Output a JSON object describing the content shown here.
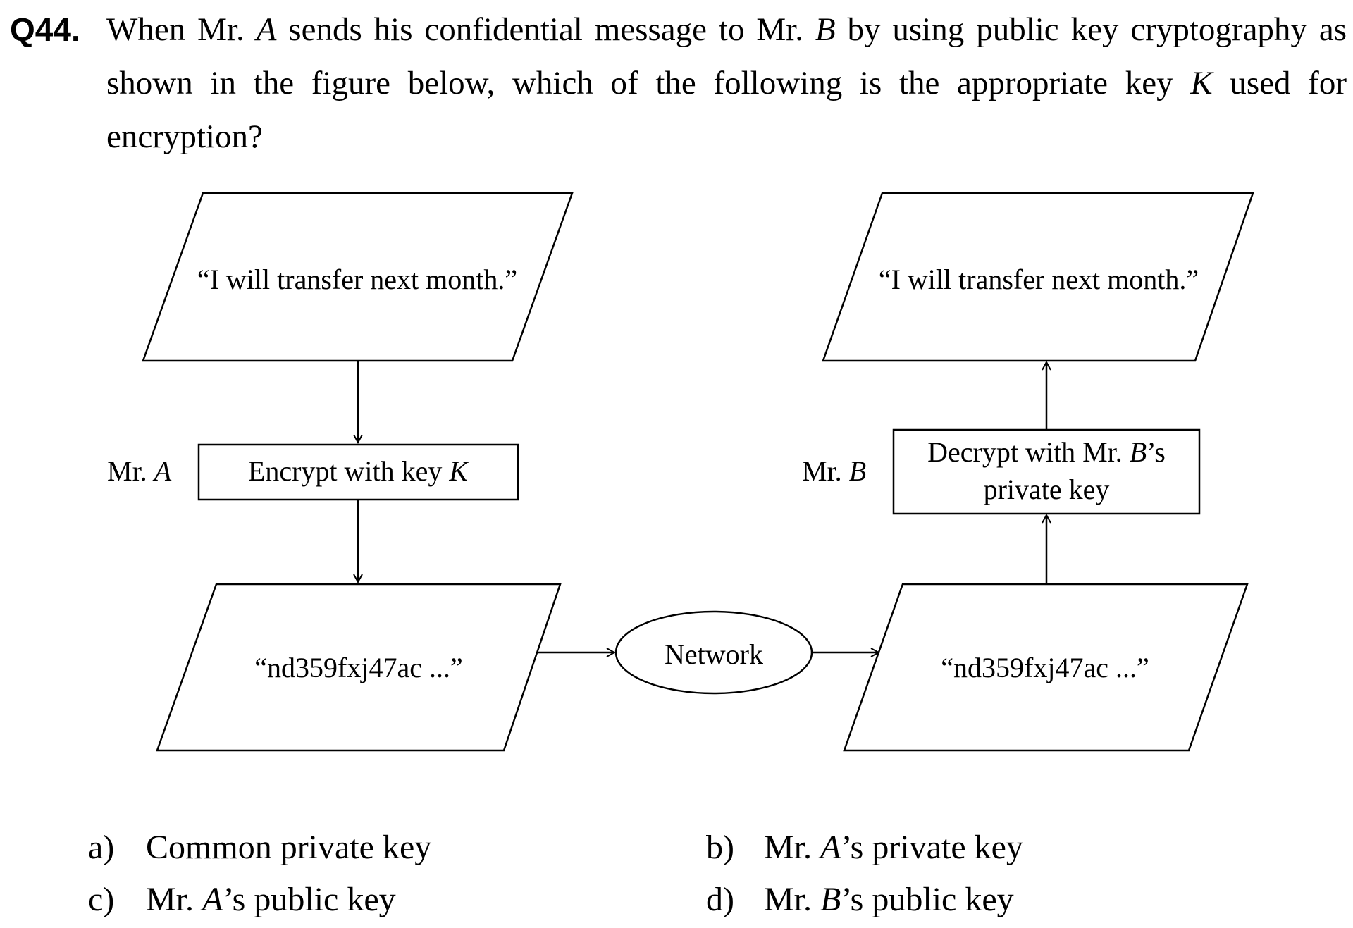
{
  "question": {
    "number": "Q44.",
    "text_parts": [
      "When Mr. ",
      "A",
      " sends his confidential message to Mr. ",
      "B",
      " by using public key cryptography as shown in the figure below, which of the following is the appropriate key ",
      "K",
      " used for encryption?"
    ]
  },
  "diagram": {
    "left": {
      "plaintext": "“I will transfer next month.”",
      "actor_prefix": "Mr. ",
      "actor_name": "A",
      "process_prefix": "Encrypt with key ",
      "process_key": "K",
      "ciphertext": "“nd359fxj47ac ...”"
    },
    "network": "Network",
    "right": {
      "plaintext": "“I will transfer next month.”",
      "actor_prefix": "Mr. ",
      "actor_name": "B",
      "process_line1_prefix": "Decrypt with Mr. ",
      "process_line1_name": "B",
      "process_line1_suffix": "’s",
      "process_line2": "private key",
      "ciphertext": "“nd359fxj47ac ...”"
    }
  },
  "options": [
    {
      "letter": "a)",
      "parts": [
        "Common private key"
      ]
    },
    {
      "letter": "b)",
      "parts": [
        "Mr. ",
        "A",
        "’s private key"
      ]
    },
    {
      "letter": "c)",
      "parts": [
        "Mr. ",
        "A",
        "’s public key"
      ]
    },
    {
      "letter": "d)",
      "parts": [
        "Mr. ",
        "B",
        "’s public key"
      ]
    }
  ]
}
